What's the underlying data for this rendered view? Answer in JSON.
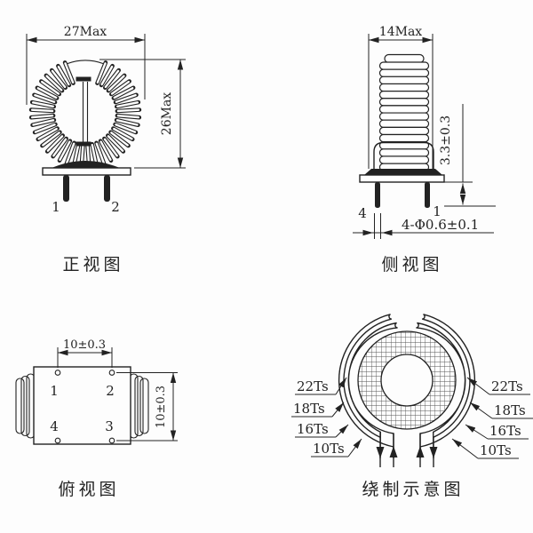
{
  "drawing": {
    "front_view": {
      "caption": "正视图",
      "width_dim": "27Max",
      "height_dim": "26Max",
      "pin_labels": [
        "1",
        "2"
      ]
    },
    "side_view": {
      "caption": "侧视图",
      "width_dim": "14Max",
      "standoff_dim": "3.3±0.3",
      "pin_dia_dim": "4-Φ0.6±0.1",
      "pin_labels": [
        "4",
        "1"
      ]
    },
    "top_view": {
      "caption": "俯视图",
      "pitch_h_dim": "10±0.3",
      "pitch_v_dim": "10±0.3",
      "pin_labels": [
        "1",
        "2",
        "4",
        "3"
      ]
    },
    "winding_view": {
      "caption": "绕制示意图",
      "left_labels": [
        "22Ts",
        "18Ts",
        "16Ts",
        "10Ts"
      ],
      "right_labels": [
        "22Ts",
        "18Ts",
        "16Ts",
        "10Ts"
      ]
    }
  }
}
